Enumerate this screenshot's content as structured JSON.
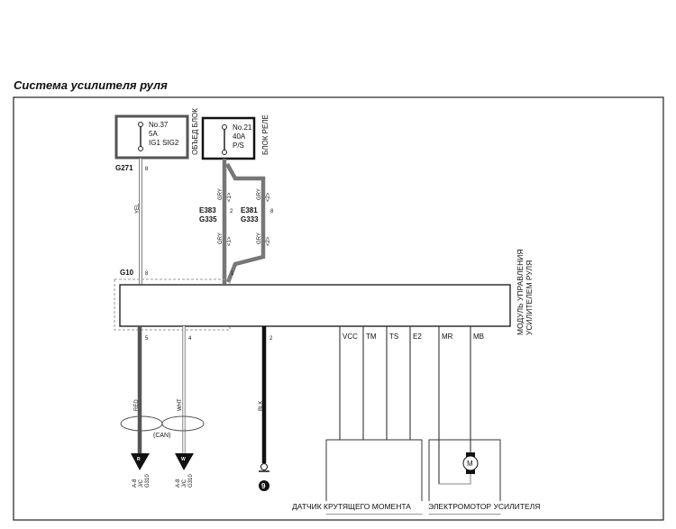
{
  "title": "Система усилителя руля",
  "fuse1": {
    "no": "No.37",
    "rating": "5A",
    "circuit": "IG1 SIG2",
    "block": "ОБЪЕД БЛОК"
  },
  "fuse2": {
    "no": "No.21",
    "rating": "40A",
    "circuit": "P/S",
    "block": "БЛОК РЕЛЕ"
  },
  "connectors": {
    "g271": "G271",
    "g271_pin": "8",
    "e383": "E383",
    "g335": "G335",
    "e383_pin": "2",
    "e381": "E381",
    "g333": "G333",
    "e381_pin": "8",
    "g10": "G10",
    "g10_pin8": "8",
    "g10_pin1": "1",
    "pin5": "5",
    "pin4": "4",
    "pin2": "2"
  },
  "wires": {
    "yel": "YEL",
    "gry": "GRY",
    "gry_term1": "<1>",
    "gry_term2": "<2>",
    "red": "RED",
    "wht": "WHT",
    "blk": "BLK",
    "can": "(CAN)"
  },
  "module": {
    "label1": "МОДУЛЬ УПРАВЛЕНИЯ",
    "label2": "УСИЛИТЕЛЕМ РУЛЯ"
  },
  "pins": [
    "VCC",
    "TM",
    "TS",
    "E2",
    "MR",
    "MB"
  ],
  "terminals": {
    "r": "R",
    "w": "W",
    "ref1": "A-8",
    "ref2": "J/C",
    "ref3": "G310",
    "ground": "9"
  },
  "sensor": "ДАТЧИК КРУТЯЩЕГО МОМЕНТА",
  "motor": {
    "label": "ЭЛЕКТРОМОТОР УСИЛИТЕЛЯ",
    "symbol": "M"
  }
}
